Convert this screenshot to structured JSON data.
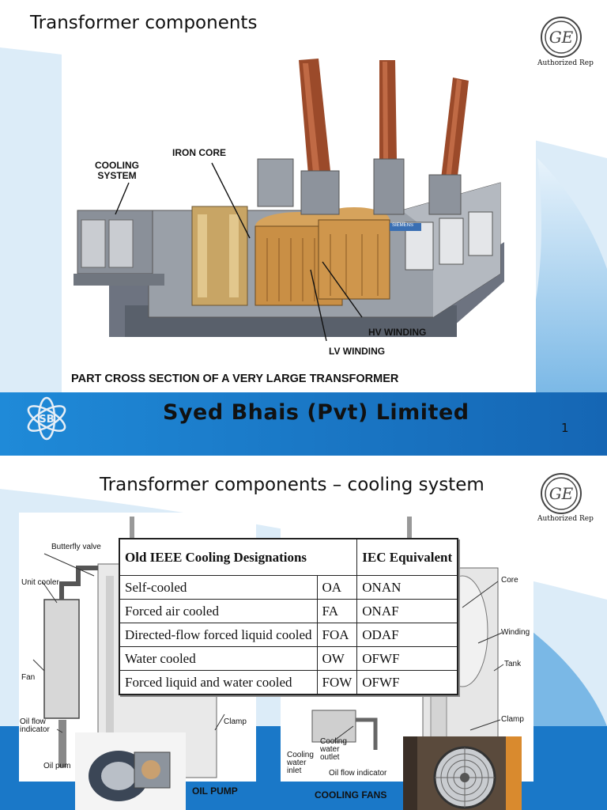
{
  "slide1": {
    "title": "Transformer components",
    "authorized_rep": "Authorized Rep",
    "labels": {
      "cooling_system_line1": "COOLING",
      "cooling_system_line2": "SYSTEM",
      "iron_core": "IRON CORE",
      "hv_winding": "HV WINDING",
      "lv_winding": "LV WINDING",
      "nameplate": "SIEMENS"
    },
    "caption": "PART CROSS SECTION OF A VERY LARGE TRANSFORMER",
    "company": "Syed Bhais (Pvt) Limited",
    "page_number": "1",
    "colors": {
      "band_blue": "#1a7ccf",
      "light_blue": "#d8ecf8"
    }
  },
  "slide2": {
    "title": "Transformer components – cooling system",
    "authorized_rep": "Authorized Rep",
    "left_labels": {
      "butterfly_valve": "Butterfly valve",
      "unit_cooler": "Unit cooler",
      "fan": "Fan",
      "oil_flow_indicator_line1": "Oil flow",
      "oil_flow_indicator_line2": "indicator",
      "oil_pump": "Oil pum",
      "clamp": "Clamp"
    },
    "right_labels": {
      "core": "Core",
      "winding": "Winding",
      "tank": "Tank",
      "clamp": "Clamp",
      "cooling_water_inlet_1": "Cooling",
      "cooling_water_inlet_2": "water",
      "cooling_water_inlet_3": "inlet",
      "cooling_water_outlet_1": "Cooling",
      "cooling_water_outlet_2": "water",
      "cooling_water_outlet_3": "outlet",
      "oil_flow_indicator": "Oil flow indicator"
    },
    "table": {
      "header_designation": "Old IEEE Cooling Designations",
      "header_iec": "IEC Equivalent",
      "rows": [
        {
          "name": "Self-cooled",
          "code": "OA",
          "iec": "ONAN"
        },
        {
          "name": "Forced air cooled",
          "code": "FA",
          "iec": "ONAF"
        },
        {
          "name": "Directed-flow forced liquid cooled",
          "code": "FOA",
          "iec": "ODAF"
        },
        {
          "name": "Water cooled",
          "code": "OW",
          "iec": "OFWF"
        },
        {
          "name": "Forced liquid and water cooled",
          "code": "FOW",
          "iec": "OFWF"
        }
      ]
    },
    "photo_captions": {
      "oil_pump": "OIL PUMP",
      "cooling_fans": "COOLING FANS"
    }
  }
}
